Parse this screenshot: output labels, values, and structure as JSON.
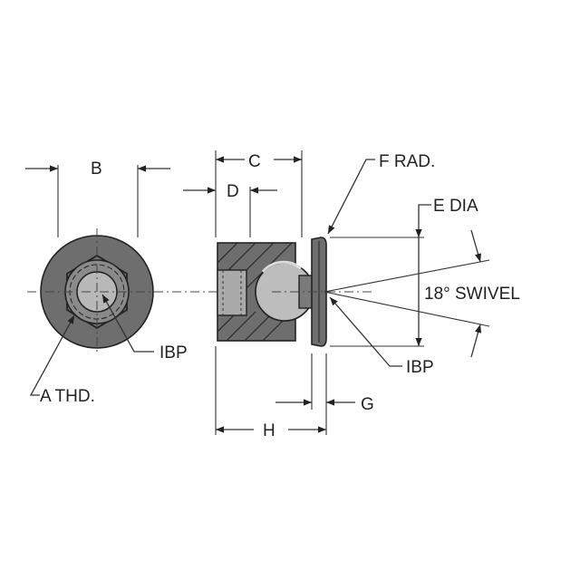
{
  "labels": {
    "b": "B",
    "c": "C",
    "d": "D",
    "f_rad": "F RAD.",
    "e_dia": "E DIA",
    "swivel": "18° SWIVEL",
    "ibp_left": "IBP",
    "ibp_right": "IBP",
    "a_thd": "A THD.",
    "g": "G",
    "h": "H"
  },
  "colors": {
    "body_fill": "#6e6e6e",
    "line": "#222222",
    "background": "#ffffff"
  }
}
